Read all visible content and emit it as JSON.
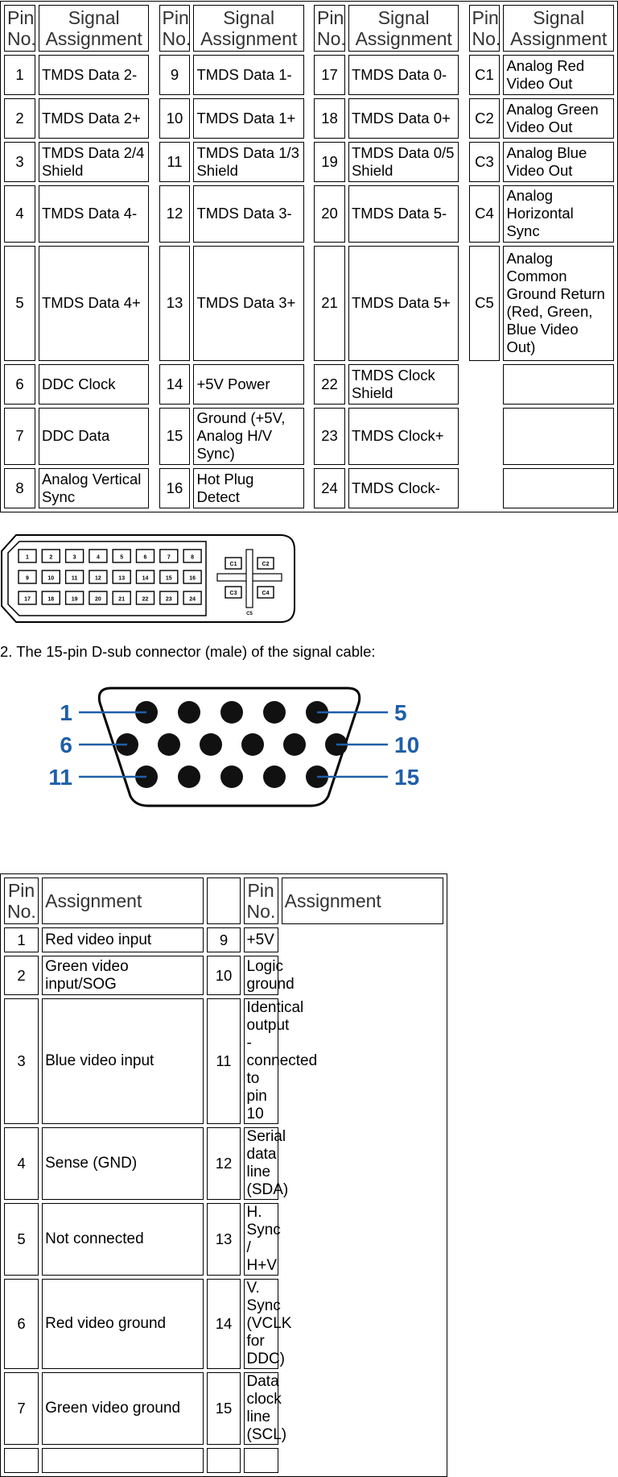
{
  "dvi_table": {
    "headers": [
      "Pin No.",
      "Signal Assignment",
      "Pin No.",
      "Signal Assignment",
      "Pin No.",
      "Signal Assignment",
      "Pin No.",
      "Signal Assignment"
    ],
    "rows": [
      [
        [
          "1",
          "TMDS Data 2-"
        ],
        [
          "9",
          "TMDS Data 1-"
        ],
        [
          "17",
          "TMDS Data 0-"
        ],
        [
          "C1",
          "Analog Red Video Out"
        ]
      ],
      [
        [
          "2",
          "TMDS Data 2+"
        ],
        [
          "10",
          "TMDS Data 1+"
        ],
        [
          "18",
          "TMDS Data 0+"
        ],
        [
          "C2",
          "Analog Green Video Out"
        ]
      ],
      [
        [
          "3",
          "TMDS Data 2/4 Shield"
        ],
        [
          "11",
          "TMDS Data 1/3 Shield"
        ],
        [
          "19",
          "TMDS Data 0/5 Shield"
        ],
        [
          "C3",
          "Analog Blue Video Out"
        ]
      ],
      [
        [
          "4",
          "TMDS Data 4-"
        ],
        [
          "12",
          "TMDS Data 3-"
        ],
        [
          "20",
          "TMDS Data 5-"
        ],
        [
          "C4",
          "Analog Horizontal Sync"
        ]
      ],
      [
        [
          "5",
          "TMDS Data 4+"
        ],
        [
          "13",
          "TMDS Data 3+"
        ],
        [
          "21",
          "TMDS Data 5+"
        ],
        [
          "C5",
          "Analog Common Ground Return (Red, Green, Blue Video Out)"
        ]
      ],
      [
        [
          "6",
          "DDC Clock"
        ],
        [
          "14",
          "+5V Power"
        ],
        [
          "22",
          "TMDS Clock Shield"
        ],
        [
          "",
          ""
        ]
      ],
      [
        [
          "7",
          "DDC Data"
        ],
        [
          "15",
          "Ground (+5V, Analog H/V Sync)"
        ],
        [
          "23",
          "TMDS Clock+"
        ],
        [
          "",
          ""
        ]
      ],
      [
        [
          "8",
          "Analog Vertical Sync"
        ],
        [
          "16",
          "Hot Plug Detect"
        ],
        [
          "24",
          "TMDS Clock-"
        ],
        [
          "",
          ""
        ]
      ]
    ]
  },
  "dvi_connector": {
    "pins_row1": [
      "1",
      "2",
      "3",
      "4",
      "5",
      "6",
      "7",
      "8"
    ],
    "pins_row2": [
      "9",
      "10",
      "11",
      "12",
      "13",
      "14",
      "15",
      "16"
    ],
    "pins_row3": [
      "17",
      "18",
      "19",
      "20",
      "21",
      "22",
      "23",
      "24"
    ],
    "analog_pins": [
      "C1",
      "C2",
      "C3",
      "C4",
      "C5"
    ]
  },
  "caption": "2. The 15-pin D-sub connector (male) of the signal cable:",
  "vga_connector": {
    "labels": {
      "top_left": "1",
      "top_right": "5",
      "mid_left": "6",
      "mid_right": "10",
      "bot_left": "11",
      "bot_right": "15"
    },
    "accent_color": "#1f5fa8"
  },
  "vga_table": {
    "headers": [
      "Pin No.",
      "Assignment",
      "Pin No.",
      "Assignment"
    ],
    "rows": [
      [
        [
          "1",
          "Red video input"
        ],
        [
          "9",
          "+5V"
        ]
      ],
      [
        [
          "2",
          "Green video input/SOG"
        ],
        [
          "10",
          "Logic ground"
        ]
      ],
      [
        [
          "3",
          "Blue video input"
        ],
        [
          "11",
          "Identical output - connected to pin 10"
        ]
      ],
      [
        [
          "4",
          "Sense (GND)"
        ],
        [
          "12",
          "Serial data line (SDA)"
        ]
      ],
      [
        [
          "5",
          "Not connected"
        ],
        [
          "13",
          "H. Sync / H+V"
        ]
      ],
      [
        [
          "6",
          "Red video ground"
        ],
        [
          "14",
          "V. Sync (VCLK for DDC)"
        ]
      ],
      [
        [
          "7",
          "Green video ground"
        ],
        [
          "15",
          "Data clock line (SCL)"
        ]
      ],
      [
        [
          "",
          ""
        ],
        [
          "",
          ""
        ]
      ]
    ]
  }
}
